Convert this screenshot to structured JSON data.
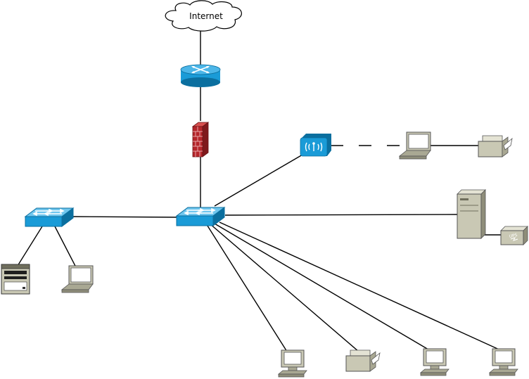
{
  "diagram": {
    "cloud_label": "Internet",
    "ups_label": "UPS"
  },
  "devices": [
    {
      "id": "internet",
      "icon": "cloud-icon"
    },
    {
      "id": "router",
      "icon": "router-icon"
    },
    {
      "id": "firewall",
      "icon": "firewall-icon"
    },
    {
      "id": "core-switch",
      "icon": "switch-icon"
    },
    {
      "id": "edge-switch",
      "icon": "switch-icon"
    },
    {
      "id": "wireless-ap",
      "icon": "wireless-access-point-icon"
    },
    {
      "id": "wireless-laptop",
      "icon": "laptop-icon"
    },
    {
      "id": "wireless-printer",
      "icon": "printer-icon"
    },
    {
      "id": "server",
      "icon": "server-tower-icon"
    },
    {
      "id": "ups",
      "icon": "ups-icon"
    },
    {
      "id": "edge-server",
      "icon": "server-icon"
    },
    {
      "id": "edge-laptop",
      "icon": "laptop-icon"
    },
    {
      "id": "desktop-1",
      "icon": "desktop-computer-icon"
    },
    {
      "id": "printer-2",
      "icon": "printer-icon"
    },
    {
      "id": "desktop-2",
      "icon": "desktop-computer-icon"
    },
    {
      "id": "desktop-3",
      "icon": "desktop-computer-icon"
    }
  ],
  "links": [
    {
      "from": "internet",
      "to": "router",
      "style": "solid"
    },
    {
      "from": "router",
      "to": "firewall",
      "style": "solid"
    },
    {
      "from": "firewall",
      "to": "core-switch",
      "style": "solid"
    },
    {
      "from": "core-switch",
      "to": "edge-switch",
      "style": "solid"
    },
    {
      "from": "core-switch",
      "to": "wireless-ap",
      "style": "solid"
    },
    {
      "from": "wireless-ap",
      "to": "wireless-laptop",
      "style": "wireless"
    },
    {
      "from": "wireless-laptop",
      "to": "wireless-printer",
      "style": "solid"
    },
    {
      "from": "core-switch",
      "to": "server",
      "style": "solid"
    },
    {
      "from": "server",
      "to": "ups",
      "style": "solid"
    },
    {
      "from": "edge-switch",
      "to": "edge-server",
      "style": "solid"
    },
    {
      "from": "edge-switch",
      "to": "edge-laptop",
      "style": "solid"
    },
    {
      "from": "core-switch",
      "to": "desktop-1",
      "style": "solid"
    },
    {
      "from": "core-switch",
      "to": "printer-2",
      "style": "solid"
    },
    {
      "from": "core-switch",
      "to": "desktop-2",
      "style": "solid"
    },
    {
      "from": "core-switch",
      "to": "desktop-3",
      "style": "solid"
    }
  ],
  "colors": {
    "network_blue": "#1a9bd7",
    "network_blue_dark": "#0b6f9f",
    "firewall_red": "#b5262b",
    "device_beige": "#c9c8b4",
    "device_dark": "#6f6e5c"
  }
}
